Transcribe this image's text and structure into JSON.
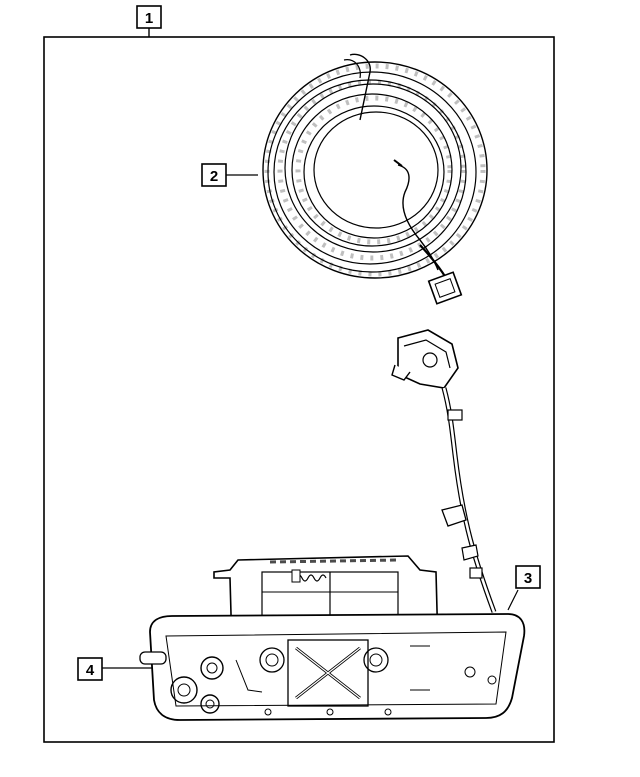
{
  "diagram": {
    "callouts": {
      "c1": "1",
      "c2": "2",
      "c3": "3",
      "c4": "4"
    }
  }
}
